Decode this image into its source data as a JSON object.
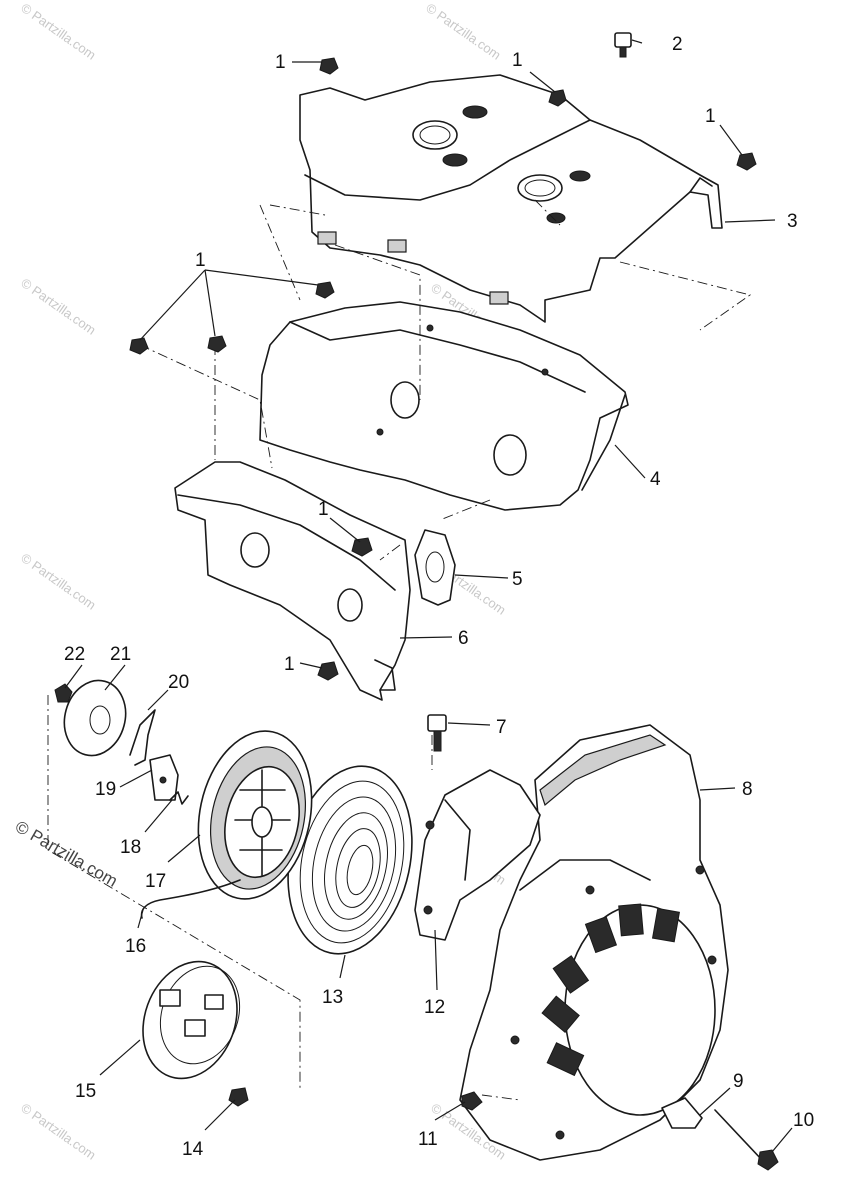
{
  "watermark": {
    "text": "© Partzilla.com"
  },
  "callouts": [
    {
      "id": "1a",
      "label": "1"
    },
    {
      "id": "1b",
      "label": "1"
    },
    {
      "id": "1c",
      "label": "1"
    },
    {
      "id": "1d",
      "label": "1"
    },
    {
      "id": "1e",
      "label": "1"
    },
    {
      "id": "1f",
      "label": "1"
    },
    {
      "id": "2",
      "label": "2"
    },
    {
      "id": "3",
      "label": "3"
    },
    {
      "id": "4",
      "label": "4"
    },
    {
      "id": "5",
      "label": "5"
    },
    {
      "id": "6",
      "label": "6"
    },
    {
      "id": "7",
      "label": "7"
    },
    {
      "id": "8",
      "label": "8"
    },
    {
      "id": "9",
      "label": "9"
    },
    {
      "id": "10",
      "label": "10"
    },
    {
      "id": "11",
      "label": "11"
    },
    {
      "id": "12",
      "label": "12"
    },
    {
      "id": "13",
      "label": "13"
    },
    {
      "id": "14",
      "label": "14"
    },
    {
      "id": "15",
      "label": "15"
    },
    {
      "id": "16",
      "label": "16"
    },
    {
      "id": "17",
      "label": "17"
    },
    {
      "id": "18",
      "label": "18"
    },
    {
      "id": "19",
      "label": "19"
    },
    {
      "id": "20",
      "label": "20"
    },
    {
      "id": "21",
      "label": "21"
    },
    {
      "id": "22",
      "label": "22"
    }
  ]
}
